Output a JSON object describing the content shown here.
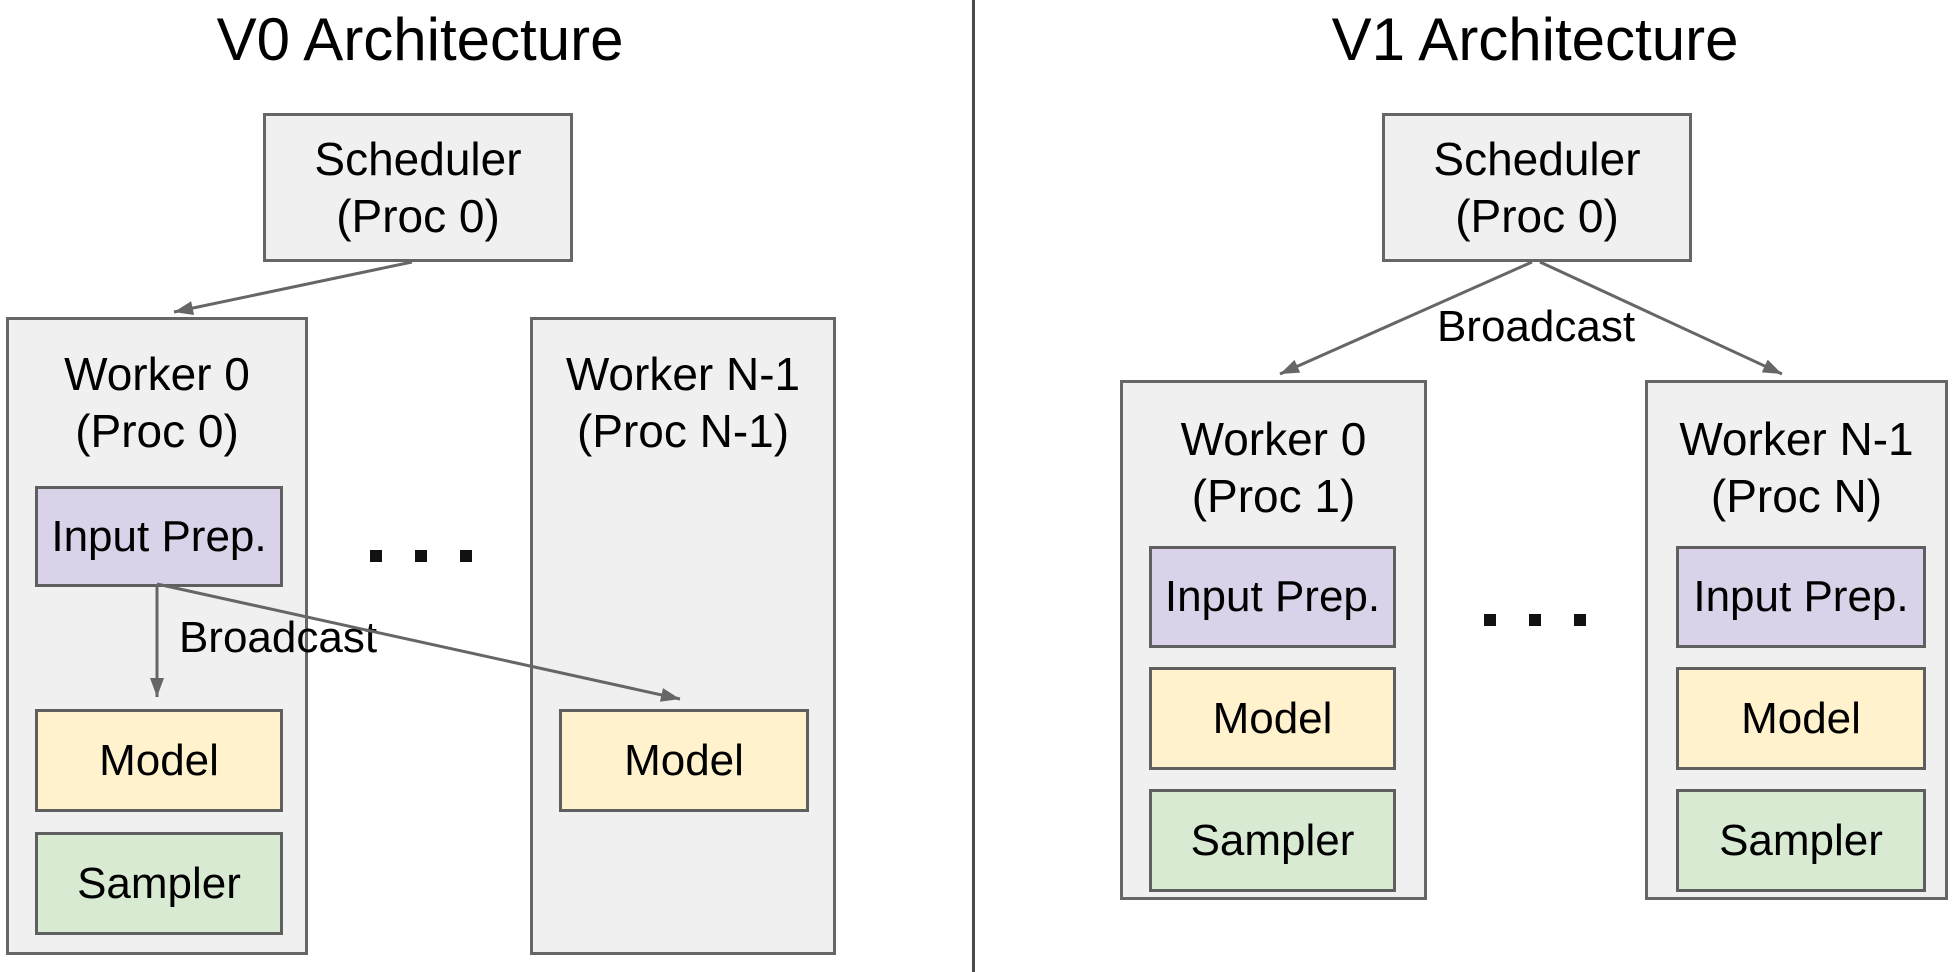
{
  "colors": {
    "background": "#ffffff",
    "container_fill": "#f0f0f0",
    "container_border": "#666666",
    "input_prep_fill": "#d9d2e9",
    "model_fill": "#fff2cc",
    "sampler_fill": "#d9ead3",
    "inner_border": "#5f5f5f",
    "arrow": "#666666",
    "divider": "#4b4b4b",
    "text": "#000000"
  },
  "left_diagram": {
    "title": "V0 Architecture",
    "scheduler": {
      "name": "Scheduler",
      "proc": "(Proc 0)"
    },
    "broadcast_label": "Broadcast",
    "ellipsis": ". . .",
    "worker_0": {
      "name": "Worker 0",
      "proc": "(Proc 0)",
      "components": {
        "input_prep": "Input Prep.",
        "model": "Model",
        "sampler": "Sampler"
      }
    },
    "worker_n": {
      "name": "Worker N-1",
      "proc": "(Proc N-1)",
      "components": {
        "model": "Model"
      }
    }
  },
  "right_diagram": {
    "title": "V1 Architecture",
    "scheduler": {
      "name": "Scheduler",
      "proc": "(Proc 0)"
    },
    "broadcast_label": "Broadcast",
    "ellipsis": ". . .",
    "worker_0": {
      "name": "Worker 0",
      "proc": "(Proc 1)",
      "components": {
        "input_prep": "Input Prep.",
        "model": "Model",
        "sampler": "Sampler"
      }
    },
    "worker_n": {
      "name": "Worker N-1",
      "proc": "(Proc N)",
      "components": {
        "input_prep": "Input Prep.",
        "model": "Model",
        "sampler": "Sampler"
      }
    }
  }
}
